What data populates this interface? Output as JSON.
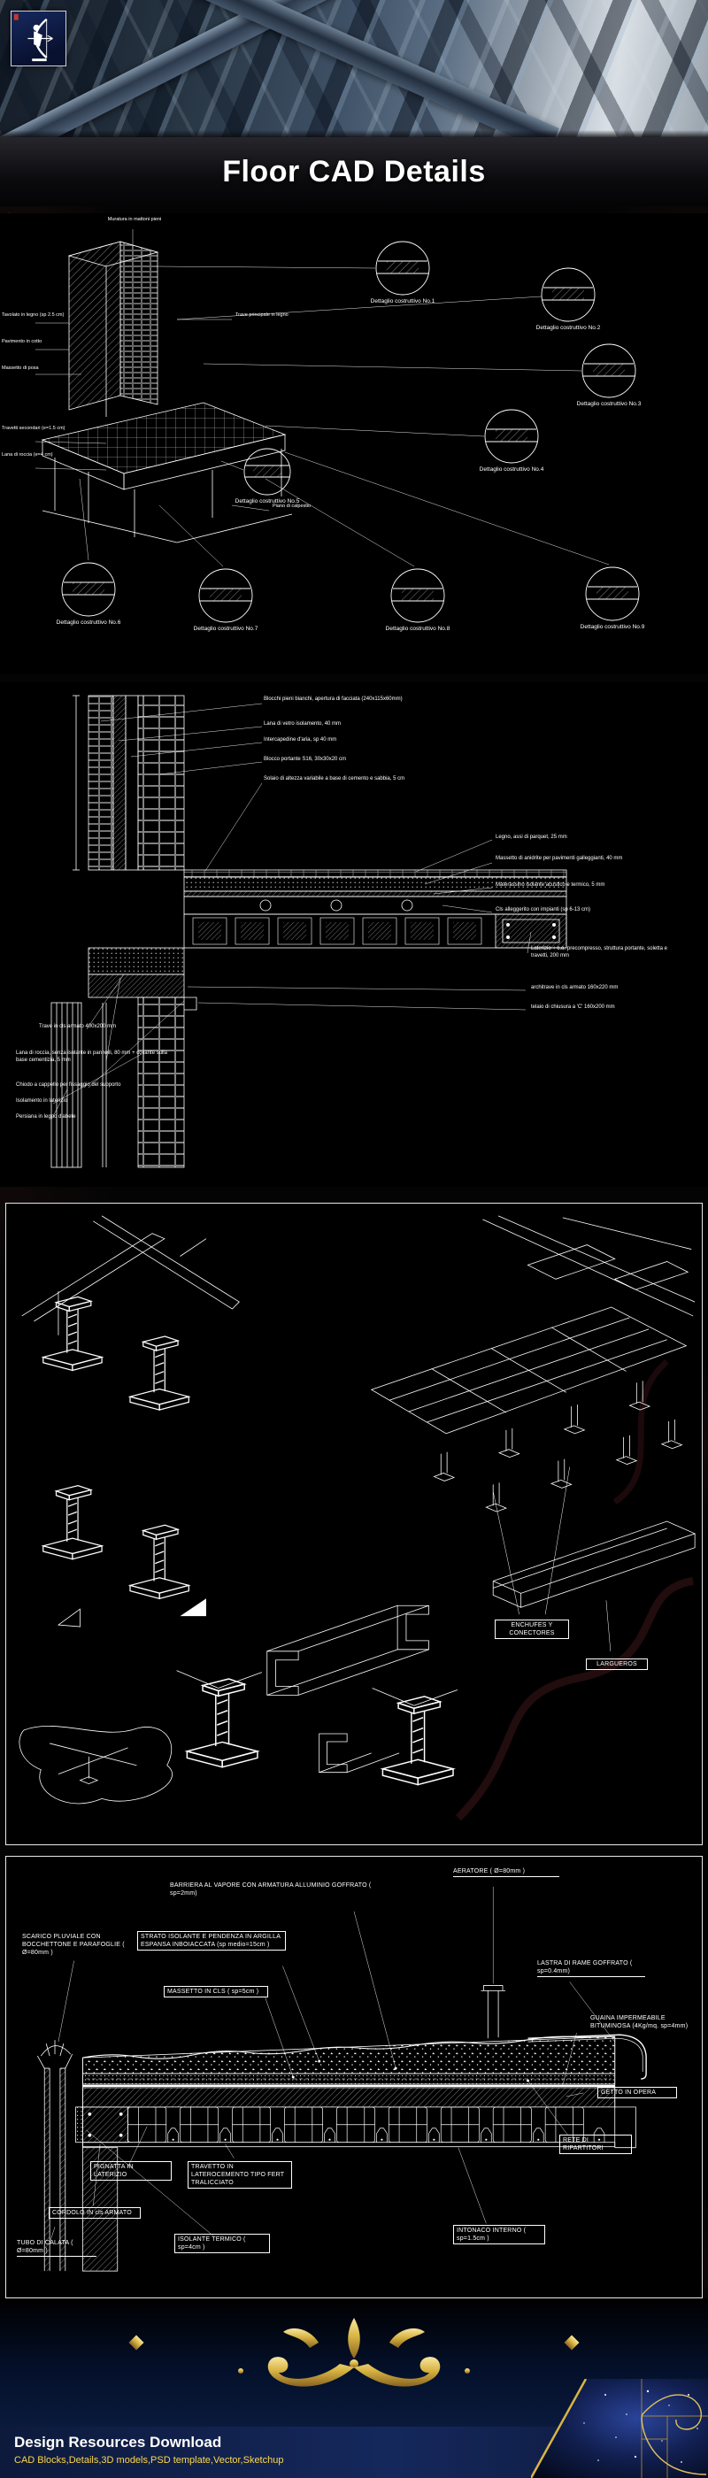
{
  "page": {
    "title": "Floor CAD Details",
    "background_color": "#000000",
    "line_color": "#ffffff",
    "accent_gold": "#d9b545"
  },
  "logo": {
    "name": "archer-crest-logo"
  },
  "panels": {
    "p1": {
      "callout_title": "Dettaglio costruttivo",
      "callouts": [
        "No.1",
        "No.2",
        "No.3",
        "No.4",
        "No.5",
        "No.6",
        "No.7",
        "No.8",
        "No.9"
      ],
      "notes": [
        "Tavolato in legno (sp 2.5 cm)",
        "Pavimento in cotto",
        "Massetto di posa",
        "Muratura in mattoni pieni",
        "Trave principale in legno",
        "Travetti secondari (e=1.5 cm)",
        "Lana di roccia (e=4 cm)",
        "Piano di calpestio"
      ]
    },
    "p2": {
      "labels": [
        "Blocchi pieni bianchi, apertura di facciata (240x115x60mm)",
        "Lana di vetro isolamento, 40 mm",
        "Intercapedine d'aria, sp 40 mm",
        "Blocco portante S16, 30x30x20 cm",
        "Solaio di altezza variabile a base di cemento e sabbia, 5 cm",
        "Legno, assi di parquet, 25 mm",
        "Massetto di anidrite per pavimenti galleggianti, 40 mm",
        "Materassino isolante acustico e termico, 5 mm",
        "Cls alleggerito con impianti (sp 6-13 cm)",
        "Laterizio + c.a. precompresso, struttura portante, soletta e travetti, 200 mm",
        "architrave in cls armato 160x220 mm",
        "telaio di chiusura a 'C' 160x200 mm",
        "Trave in cls armato 400x200 mm",
        "Lana di roccia, senza isolante in pannelli, 80 mm + collante sulla base cementizia, 5 mm",
        "Chiodo a cappello per fissaggio del supporto",
        "Isolamento in laterizio",
        "Persiana in legno d'abete"
      ]
    },
    "p3": {
      "labels": [
        "ENCHUFES Y CONECTORES",
        "LARGUEROS"
      ]
    },
    "p4": {
      "labels": [
        "AERATORE ( Ø=80mm )",
        "BARRIERA AL VAPORE CON ARMATURA ALLUMINIO GOFFRATO ( sp=2mm)",
        "SCARICO PLUVIALE CON BOCCHETTONE E PARAFOGLIE ( Ø=80mm )",
        "STRATO ISOLANTE E PENDENZA IN ARGILLA ESPANSA INBOIACCATA (sp medio=15cm )",
        "MASSETTO IN CLS ( sp=5cm )",
        "LASTRA DI RAME GOFFRATO ( sp=0.4mm)",
        "GUAINA IMPERMEABILE BITUMINOSA (4Kg/mq. sp=4mm)",
        "GETTO IN OPERA",
        "RETE DI RIPARTITORI",
        "PIGNATTA IN LATERIZIO",
        "TRAVETTO IN LATEROCEMENTO TIPO FERT TRALICCIATO",
        "CORDOLO IN cls ARMATO",
        "TUBO DI CALATA ( Ø=80mm )",
        "ISOLANTE TERMICO ( sp=4cm )",
        "INTONACO INTERNO ( sp=1.5cm )"
      ]
    }
  },
  "footer": {
    "title": "Design Resources Download",
    "subtitle": "CAD Blocks,Details,3D models,PSD template,Vector,Sketchup"
  }
}
